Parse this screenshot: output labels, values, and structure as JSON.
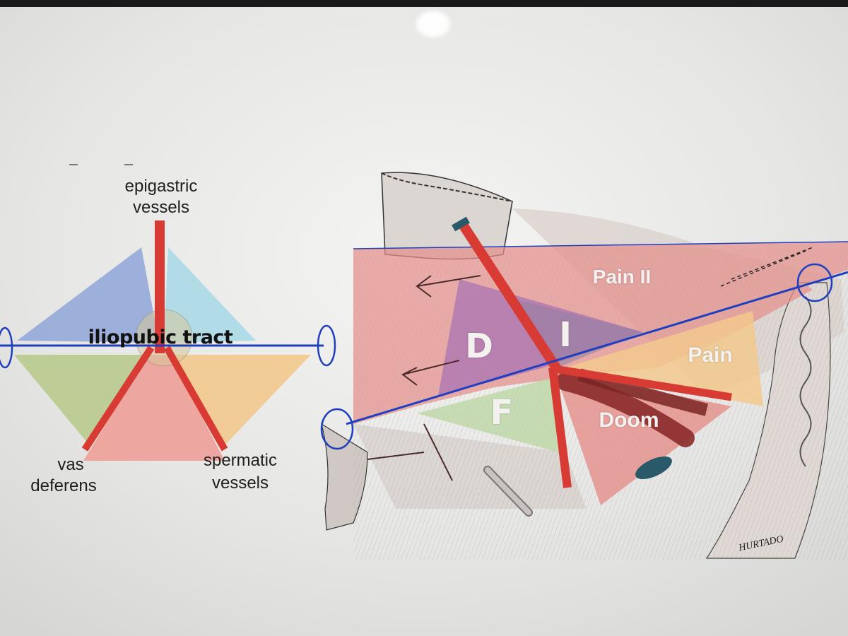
{
  "left_diagram": {
    "labels": {
      "epigastric_1": "epigastric",
      "epigastric_2": "vessels",
      "tract": "iliopubic tract",
      "vas_1": "vas",
      "vas_2": "deferens",
      "spermatic_1": "spermatic",
      "spermatic_2": "vessels"
    }
  },
  "right_diagram": {
    "labels": {
      "pain_ii": "Pain II",
      "pain": "Pain",
      "doom": "Doom",
      "d": "D",
      "i": "I",
      "f": "F"
    },
    "signature": "HURTADO"
  },
  "colors": {
    "vessel_red": "#d83a34",
    "line_blue": "#1f3fbf",
    "zone_blue": "#8fa6d8",
    "zone_cyan": "#a8d8e8",
    "zone_green": "#b9c98e",
    "zone_orange": "#f2c98d",
    "zone_pink": "#eea098",
    "zone_purple": "#a06bb5"
  }
}
